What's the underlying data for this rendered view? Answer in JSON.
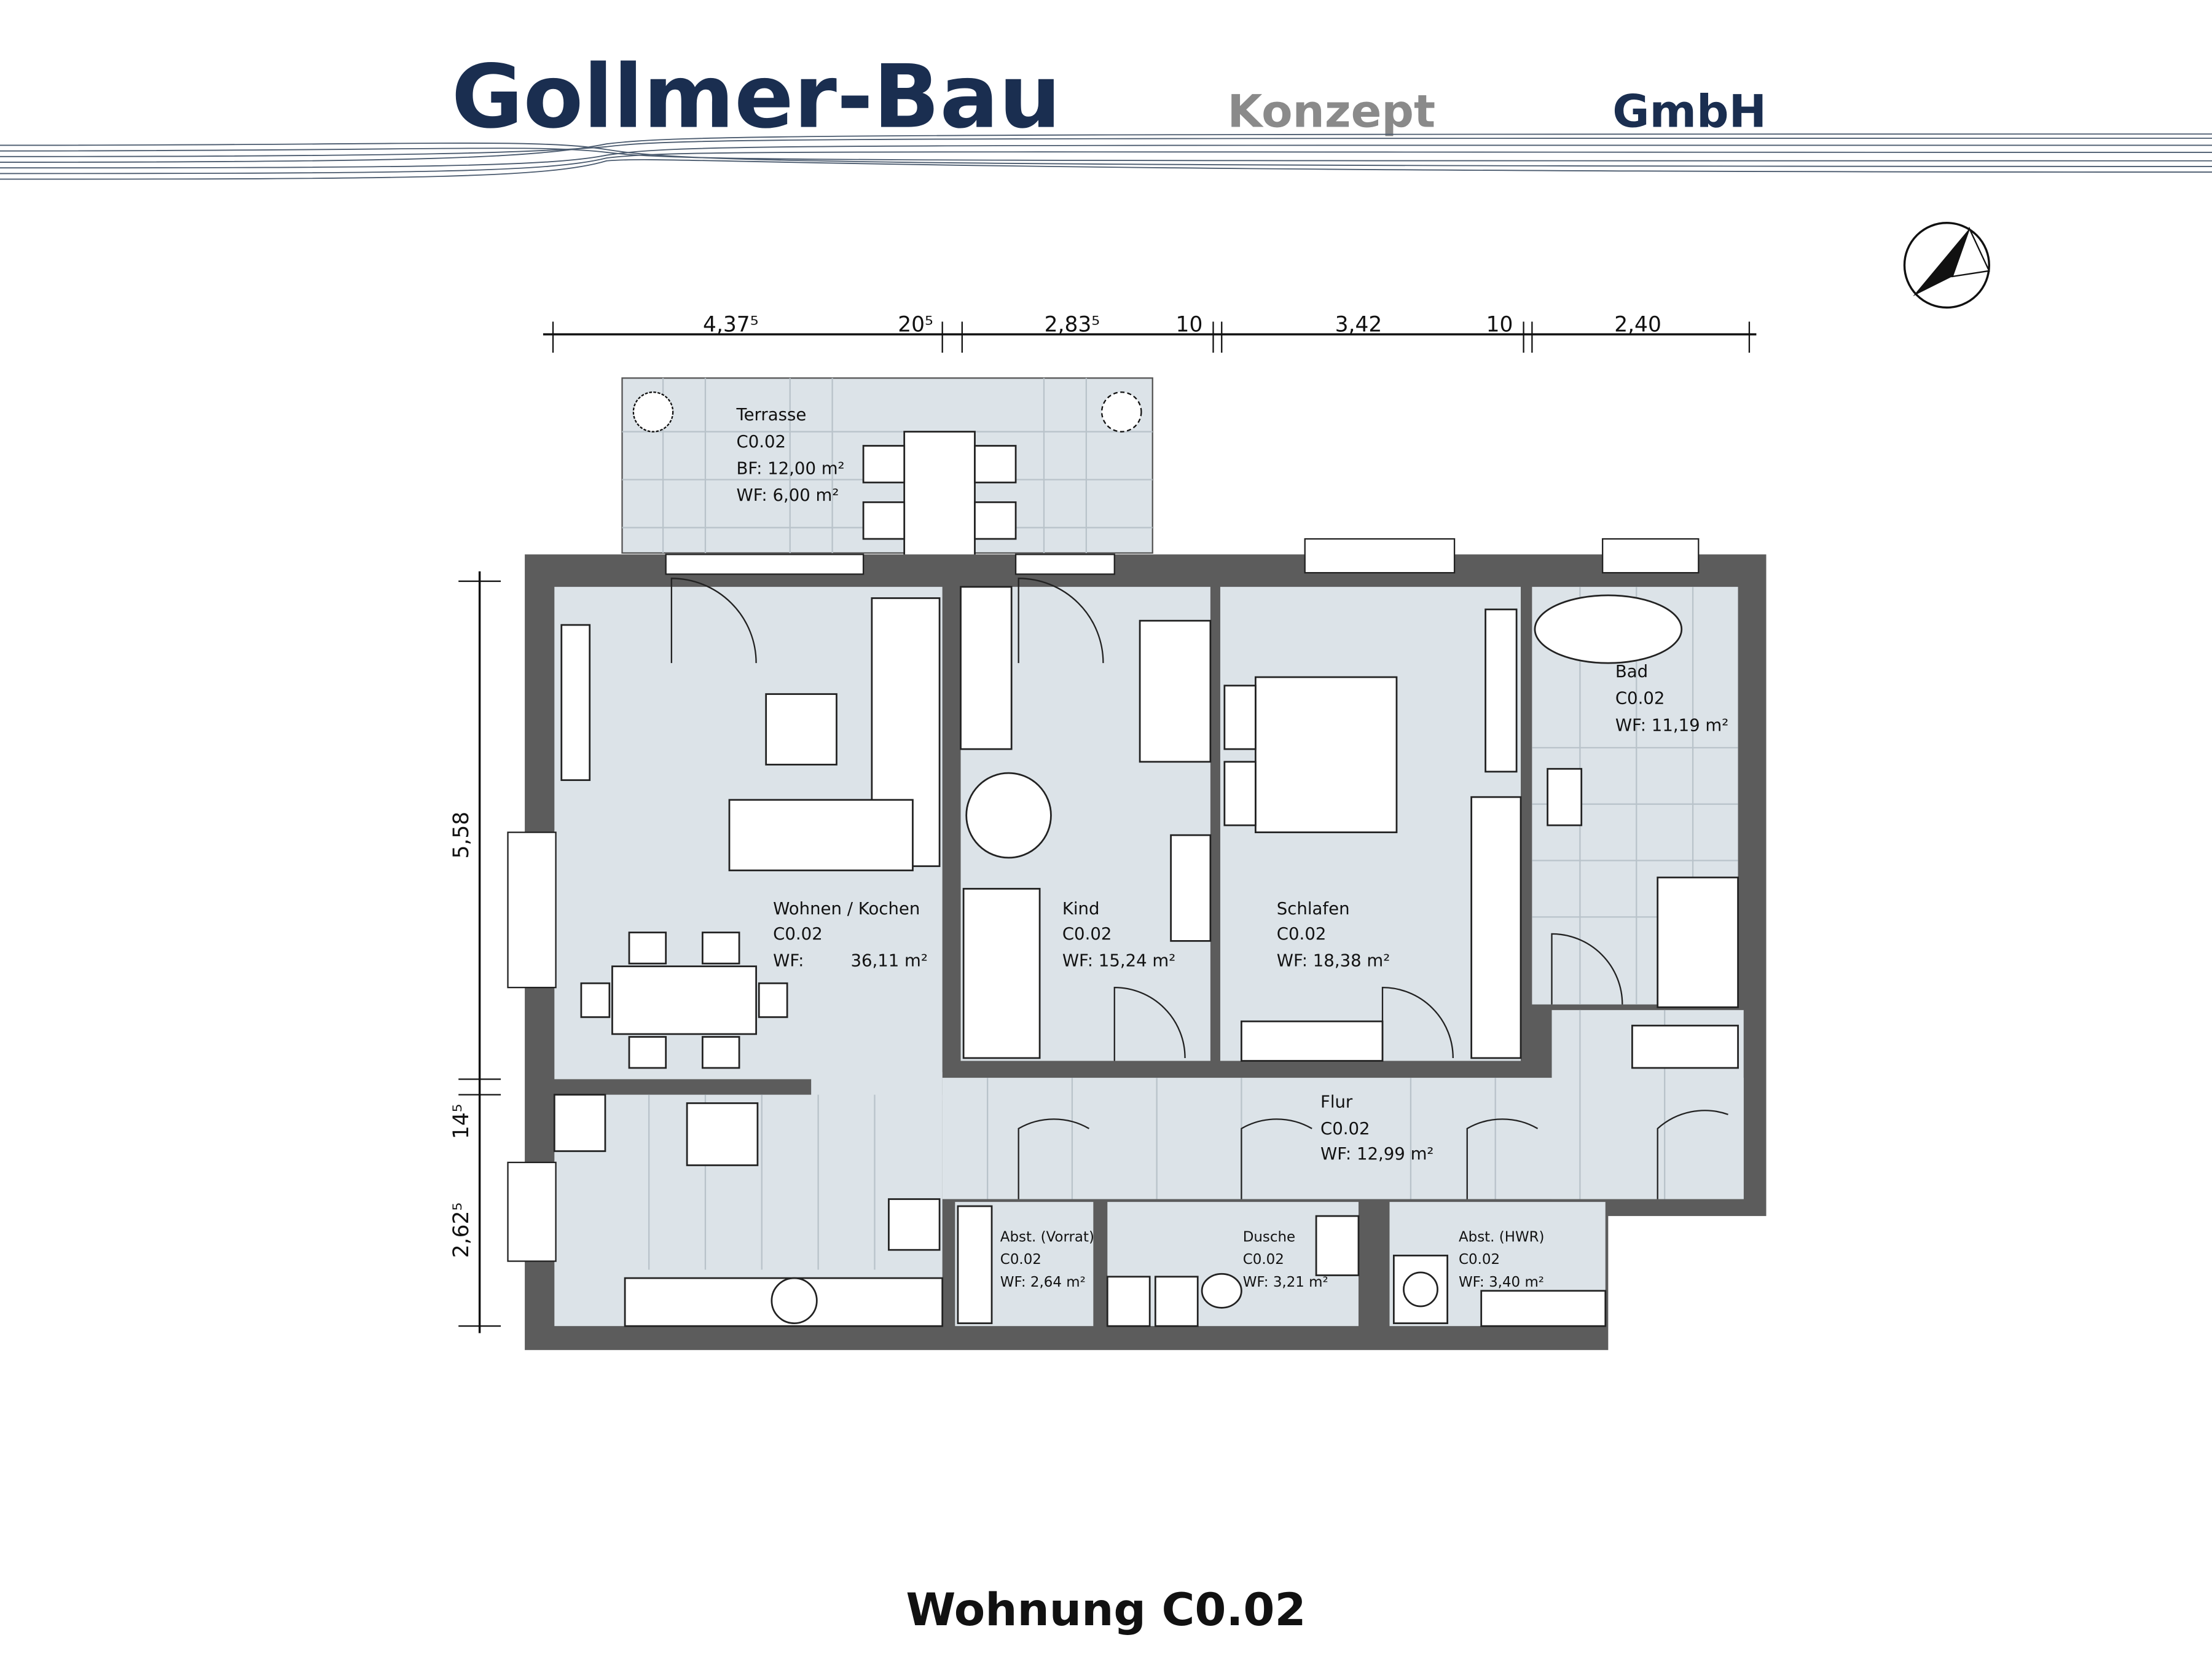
{
  "header": {
    "company": "Gollmer-Bau",
    "konzept": "Konzept",
    "gmbh": "GmbH",
    "brand_color": "#1a2e50",
    "konzept_color": "#8a8a8a"
  },
  "compass_icon": "north-arrow-icon",
  "dimensions": {
    "top": [
      "4,37⁵",
      "20⁵",
      "2,83⁵",
      "10",
      "3,42",
      "10",
      "2,40"
    ],
    "left": [
      "5,58",
      "14⁵",
      "2,62⁵"
    ]
  },
  "rooms": {
    "terrasse": {
      "name": "Terrasse",
      "unit": "C0.02",
      "bf": "BF: 12,00 m²",
      "wf": "WF:  6,00 m²"
    },
    "wohnen": {
      "name": "Wohnen / Kochen",
      "unit": "C0.02",
      "wf_label": "WF:",
      "wf_value": "36,11 m²"
    },
    "kind": {
      "name": "Kind",
      "unit": "C0.02",
      "wf": "WF: 15,24 m²"
    },
    "schlafen": {
      "name": "Schlafen",
      "unit": "C0.02",
      "wf": "WF: 18,38 m²"
    },
    "bad": {
      "name": "Bad",
      "unit": "C0.02",
      "wf": "WF: 11,19 m²"
    },
    "flur": {
      "name": "Flur",
      "unit": "C0.02",
      "wf": "WF: 12,99 m²"
    },
    "vorrat": {
      "name": "Abst. (Vorrat)",
      "unit": "C0.02",
      "wf": "WF:   2,64 m²"
    },
    "dusche": {
      "name": "Dusche",
      "unit": "C0.02",
      "wf": "WF: 3,21 m²"
    },
    "hwr": {
      "name": "Abst. (HWR)",
      "unit": "C0.02",
      "wf": "WF: 3,40 m²"
    }
  },
  "footer": {
    "title": "Wohnung C0.02"
  },
  "colors": {
    "wall": "#5c5c5c",
    "floor": "#dce3e8"
  }
}
